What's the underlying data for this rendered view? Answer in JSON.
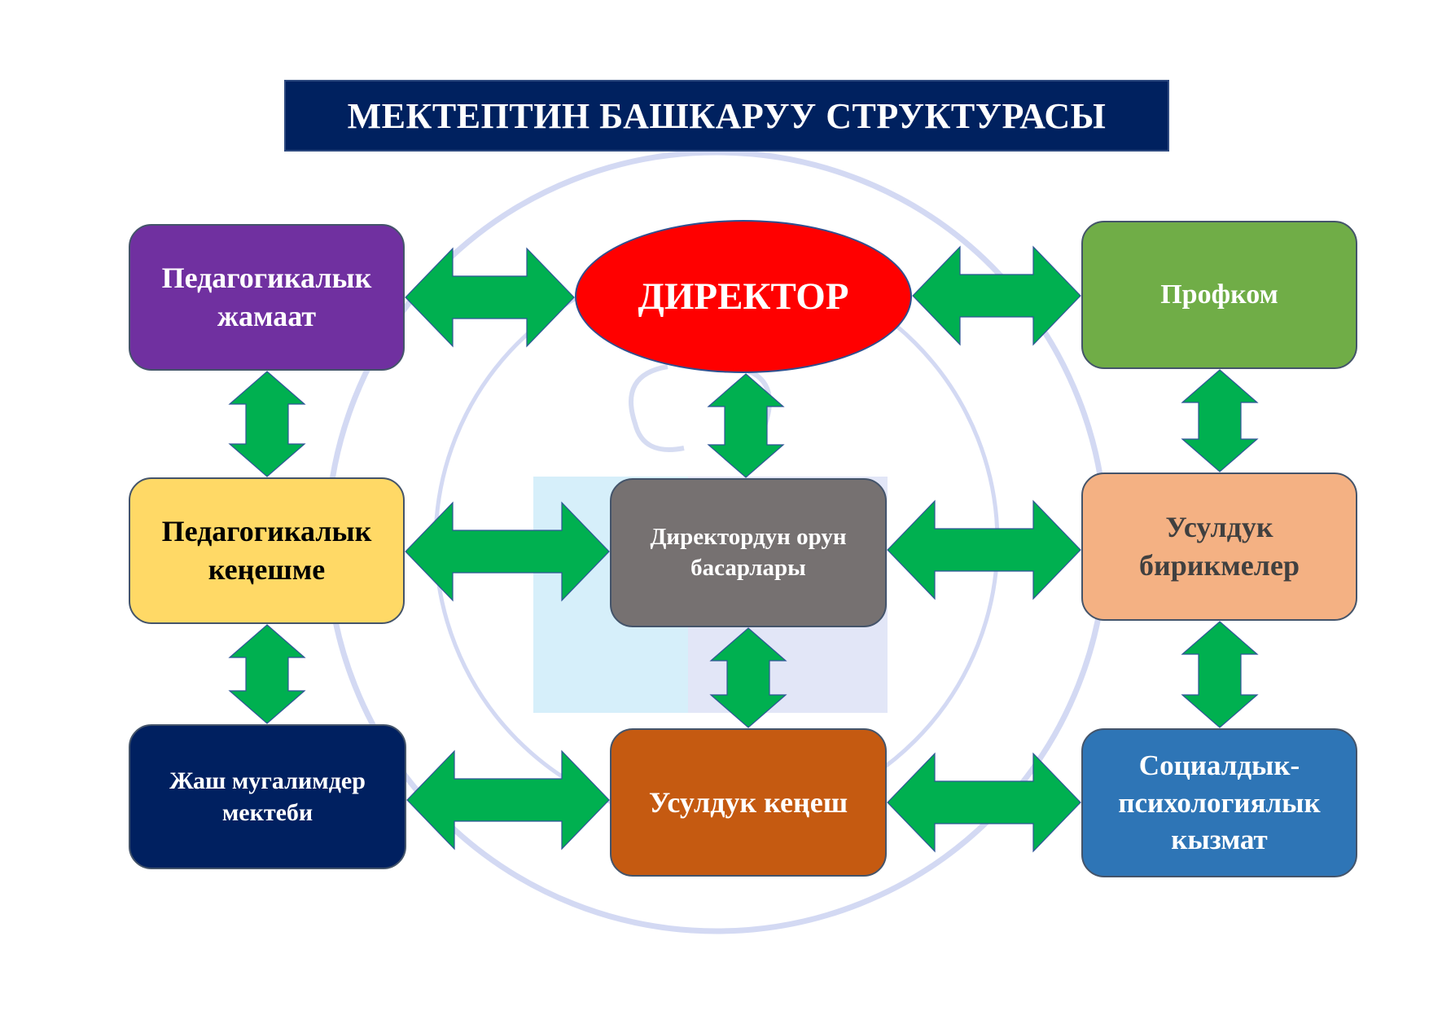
{
  "title": "МЕКТЕПТИН БАШКАРУУ СТРУКТУРАСЫ",
  "nodes": {
    "pedagogical_collective": "Педагогикалык жамаат",
    "director": "ДИРЕКТОР",
    "trade_union": "Профком",
    "pedagogical_council": "Педагогикалык кеңешме",
    "deputy_directors": "Директордун орун басарлары",
    "methodical_associations": "Усулдук бирикмелер",
    "young_teachers_school": "Жаш мугалимдер мектеби",
    "methodical_council": "Усулдук кеңеш",
    "social_psych_service": "Социалдык-психологиялык кызмат"
  },
  "colors": {
    "title_bg": "#00215f",
    "arrow": "#00b050",
    "pedagogical_collective": "#7030a0",
    "director": "#ff0000",
    "trade_union": "#70ad47",
    "pedagogical_council": "#ffd966",
    "deputy_directors": "#767171",
    "methodical_associations": "#f4b183",
    "young_teachers_school": "#002060",
    "methodical_council": "#c55a11",
    "social_psych_service": "#2e75b6"
  },
  "connections": [
    [
      "pedagogical_collective",
      "director"
    ],
    [
      "director",
      "trade_union"
    ],
    [
      "pedagogical_council",
      "deputy_directors"
    ],
    [
      "deputy_directors",
      "methodical_associations"
    ],
    [
      "young_teachers_school",
      "methodical_council"
    ],
    [
      "methodical_council",
      "social_psych_service"
    ],
    [
      "pedagogical_collective",
      "pedagogical_council"
    ],
    [
      "pedagogical_council",
      "young_teachers_school"
    ],
    [
      "director",
      "deputy_directors"
    ],
    [
      "deputy_directors",
      "methodical_council"
    ],
    [
      "trade_union",
      "methodical_associations"
    ],
    [
      "methodical_associations",
      "social_psych_service"
    ]
  ]
}
